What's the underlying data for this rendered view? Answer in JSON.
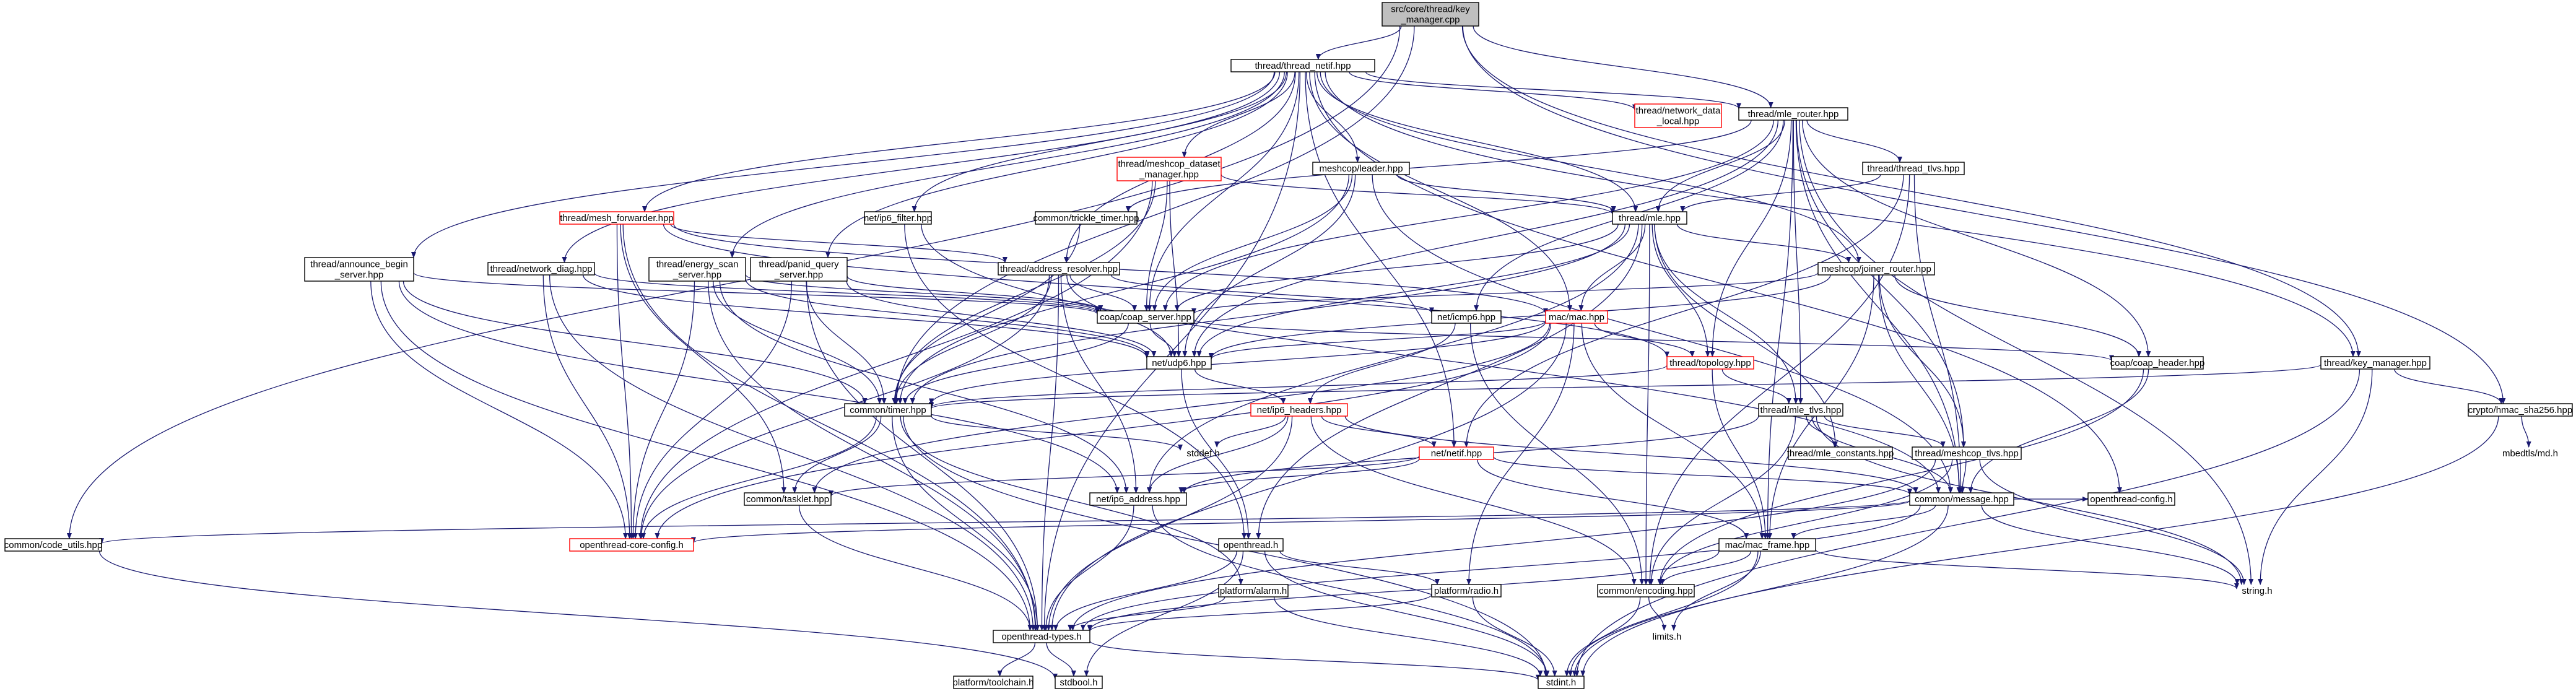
{
  "graph": {
    "root": "src/core/thread/key_manager.cpp",
    "nodes": {
      "root": {
        "lines": [
          "src/core/thread/key",
          "_manager.cpp"
        ],
        "style": "grey"
      },
      "thread_netif": {
        "lines": [
          "thread/thread_netif.hpp"
        ],
        "style": "normal"
      },
      "network_data_local": {
        "lines": [
          "thread/network_data",
          "_local.hpp"
        ],
        "style": "red"
      },
      "mle_router": {
        "lines": [
          "thread/mle_router.hpp"
        ],
        "style": "normal"
      },
      "meshcop_dataset_manager": {
        "lines": [
          "thread/meshcop_dataset",
          "_manager.hpp"
        ],
        "style": "red"
      },
      "meshcop_leader": {
        "lines": [
          "meshcop/leader.hpp"
        ],
        "style": "normal"
      },
      "thread_tlvs": {
        "lines": [
          "thread/thread_tlvs.hpp"
        ],
        "style": "normal"
      },
      "trickle_timer": {
        "lines": [
          "common/trickle_timer.hpp"
        ],
        "style": "normal"
      },
      "ip6_filter": {
        "lines": [
          "net/ip6_filter.hpp"
        ],
        "style": "normal"
      },
      "mesh_forwarder": {
        "lines": [
          "thread/mesh_forwarder.hpp"
        ],
        "style": "red"
      },
      "thread_mle": {
        "lines": [
          "thread/mle.hpp"
        ],
        "style": "normal"
      },
      "announce_begin": {
        "lines": [
          "thread/announce_begin",
          "_server.hpp"
        ],
        "style": "normal"
      },
      "network_diag": {
        "lines": [
          "thread/network_diag.hpp"
        ],
        "style": "normal"
      },
      "energy_scan": {
        "lines": [
          "thread/energy_scan",
          "_server.hpp"
        ],
        "style": "normal"
      },
      "panid_query": {
        "lines": [
          "thread/panid_query",
          "_server.hpp"
        ],
        "style": "normal"
      },
      "address_resolver": {
        "lines": [
          "thread/address_resolver.hpp"
        ],
        "style": "normal"
      },
      "joiner_router": {
        "lines": [
          "meshcop/joiner_router.hpp"
        ],
        "style": "normal"
      },
      "coap_server": {
        "lines": [
          "coap/coap_server.hpp"
        ],
        "style": "normal"
      },
      "icmp6": {
        "lines": [
          "net/icmp6.hpp"
        ],
        "style": "normal"
      },
      "mac": {
        "lines": [
          "mac/mac.hpp"
        ],
        "style": "red"
      },
      "topology": {
        "lines": [
          "thread/topology.hpp"
        ],
        "style": "red"
      },
      "coap_header": {
        "lines": [
          "coap/coap_header.hpp"
        ],
        "style": "normal"
      },
      "key_manager": {
        "lines": [
          "thread/key_manager.hpp"
        ],
        "style": "normal"
      },
      "udp6": {
        "lines": [
          "net/udp6.hpp"
        ],
        "style": "normal"
      },
      "timer": {
        "lines": [
          "common/timer.hpp"
        ],
        "style": "normal"
      },
      "ip6_headers": {
        "lines": [
          "net/ip6_headers.hpp"
        ],
        "style": "red"
      },
      "mle_tlvs": {
        "lines": [
          "thread/mle_tlvs.hpp"
        ],
        "style": "normal"
      },
      "hmac_sha256": {
        "lines": [
          "crypto/hmac_sha256.hpp"
        ],
        "style": "normal"
      },
      "mbedtls_md": {
        "lines": [
          "mbedtls/md.h"
        ],
        "style": "plain"
      },
      "stddef": {
        "lines": [
          "stddef.h"
        ],
        "style": "plain"
      },
      "netif": {
        "lines": [
          "net/netif.hpp"
        ],
        "style": "red"
      },
      "mle_constants": {
        "lines": [
          "thread/mle_constants.hpp"
        ],
        "style": "normal"
      },
      "meshcop_tlvs": {
        "lines": [
          "thread/meshcop_tlvs.hpp"
        ],
        "style": "normal"
      },
      "tasklet": {
        "lines": [
          "common/tasklet.hpp"
        ],
        "style": "normal"
      },
      "ip6_address": {
        "lines": [
          "net/ip6_address.hpp"
        ],
        "style": "normal"
      },
      "message": {
        "lines": [
          "common/message.hpp"
        ],
        "style": "normal"
      },
      "code_utils": {
        "lines": [
          "common/code_utils.hpp"
        ],
        "style": "normal"
      },
      "core_config": {
        "lines": [
          "openthread-core-config.h"
        ],
        "style": "red"
      },
      "openthread_h": {
        "lines": [
          "openthread.h"
        ],
        "style": "normal"
      },
      "mac_frame": {
        "lines": [
          "mac/mac_frame.hpp"
        ],
        "style": "normal"
      },
      "ot_config": {
        "lines": [
          "openthread-config.h"
        ],
        "style": "normal"
      },
      "radio": {
        "lines": [
          "platform/radio.h"
        ],
        "style": "normal"
      },
      "alarm": {
        "lines": [
          "platform/alarm.h"
        ],
        "style": "normal"
      },
      "encoding": {
        "lines": [
          "common/encoding.hpp"
        ],
        "style": "normal"
      },
      "string_h": {
        "lines": [
          "string.h"
        ],
        "style": "plain"
      },
      "ot_types": {
        "lines": [
          "openthread-types.h"
        ],
        "style": "normal"
      },
      "limits": {
        "lines": [
          "limits.h"
        ],
        "style": "plain"
      },
      "toolchain": {
        "lines": [
          "platform/toolchain.h"
        ],
        "style": "normal"
      },
      "stdbool": {
        "lines": [
          "stdbool.h"
        ],
        "style": "normal"
      },
      "stdint": {
        "lines": [
          "stdint.h"
        ],
        "style": "normal"
      }
    },
    "edges": [
      [
        "root",
        "thread_netif"
      ],
      [
        "root",
        "mle_router"
      ],
      [
        "root",
        "key_manager"
      ],
      [
        "root",
        "hmac_sha256"
      ],
      [
        "root",
        "code_utils"
      ],
      [
        "root",
        "timer"
      ],
      [
        "thread_netif",
        "network_data_local"
      ],
      [
        "thread_netif",
        "mle_router"
      ],
      [
        "thread_netif",
        "meshcop_dataset_manager"
      ],
      [
        "thread_netif",
        "meshcop_leader"
      ],
      [
        "thread_netif",
        "ip6_filter"
      ],
      [
        "thread_netif",
        "mesh_forwarder"
      ],
      [
        "thread_netif",
        "thread_mle"
      ],
      [
        "thread_netif",
        "announce_begin"
      ],
      [
        "thread_netif",
        "network_diag"
      ],
      [
        "thread_netif",
        "energy_scan"
      ],
      [
        "thread_netif",
        "panid_query"
      ],
      [
        "thread_netif",
        "address_resolver"
      ],
      [
        "thread_netif",
        "joiner_router"
      ],
      [
        "thread_netif",
        "key_manager"
      ],
      [
        "thread_netif",
        "mac"
      ],
      [
        "thread_netif",
        "netif"
      ],
      [
        "thread_netif",
        "ot_types"
      ],
      [
        "thread_netif",
        "ot_config"
      ],
      [
        "thread_netif",
        "coap_server"
      ],
      [
        "mle_router",
        "thread_tlvs"
      ],
      [
        "mle_router",
        "trickle_timer"
      ],
      [
        "mle_router",
        "thread_mle"
      ],
      [
        "mle_router",
        "coap_server"
      ],
      [
        "mle_router",
        "coap_header"
      ],
      [
        "mle_router",
        "topology"
      ],
      [
        "mle_router",
        "udp6"
      ],
      [
        "mle_router",
        "icmp6"
      ],
      [
        "mle_router",
        "mle_tlvs"
      ],
      [
        "mle_router",
        "message"
      ],
      [
        "mle_router",
        "string_h"
      ],
      [
        "mle_router",
        "mac_frame"
      ],
      [
        "mle_router",
        "meshcop_tlvs"
      ],
      [
        "meshcop_dataset_manager",
        "thread_mle"
      ],
      [
        "meshcop_dataset_manager",
        "coap_server"
      ],
      [
        "meshcop_dataset_manager",
        "udp6"
      ],
      [
        "meshcop_dataset_manager",
        "timer"
      ],
      [
        "meshcop_dataset_manager",
        "core_config"
      ],
      [
        "meshcop_leader",
        "thread_mle"
      ],
      [
        "meshcop_leader",
        "coap_server"
      ],
      [
        "meshcop_leader",
        "udp6"
      ],
      [
        "meshcop_leader",
        "timer"
      ],
      [
        "meshcop_leader",
        "message"
      ],
      [
        "thread_tlvs",
        "thread_mle"
      ],
      [
        "thread_tlvs",
        "netif"
      ],
      [
        "thread_tlvs",
        "message"
      ],
      [
        "thread_tlvs",
        "encoding"
      ],
      [
        "trickle_timer",
        "timer"
      ],
      [
        "ip6_filter",
        "message"
      ],
      [
        "ip6_filter",
        "openthread_h"
      ],
      [
        "mesh_forwarder",
        "address_resolver"
      ],
      [
        "mesh_forwarder",
        "mac"
      ],
      [
        "mesh_forwarder",
        "topology"
      ],
      [
        "mesh_forwarder",
        "tasklet"
      ],
      [
        "mesh_forwarder",
        "ot_types"
      ],
      [
        "mesh_forwarder",
        "core_config"
      ],
      [
        "thread_mle",
        "joiner_router"
      ],
      [
        "thread_mle",
        "mac"
      ],
      [
        "thread_mle",
        "topology"
      ],
      [
        "thread_mle",
        "udp6"
      ],
      [
        "thread_mle",
        "timer"
      ],
      [
        "thread_mle",
        "mle_tlvs"
      ],
      [
        "thread_mle",
        "mle_constants"
      ],
      [
        "thread_mle",
        "ip6_address"
      ],
      [
        "thread_mle",
        "encoding"
      ],
      [
        "thread_mle",
        "openthread_h"
      ],
      [
        "thread_mle",
        "coap_server"
      ],
      [
        "announce_begin",
        "coap_server"
      ],
      [
        "announce_begin",
        "timer"
      ],
      [
        "announce_begin",
        "ip6_address"
      ],
      [
        "announce_begin",
        "core_config"
      ],
      [
        "announce_begin",
        "ot_types"
      ],
      [
        "network_diag",
        "coap_server"
      ],
      [
        "network_diag",
        "udp6"
      ],
      [
        "network_diag",
        "ot_types"
      ],
      [
        "network_diag",
        "core_config"
      ],
      [
        "energy_scan",
        "coap_server"
      ],
      [
        "energy_scan",
        "udp6"
      ],
      [
        "energy_scan",
        "timer"
      ],
      [
        "energy_scan",
        "ot_types"
      ],
      [
        "energy_scan",
        "core_config"
      ],
      [
        "energy_scan",
        "ip6_address"
      ],
      [
        "panid_query",
        "coap_server"
      ],
      [
        "panid_query",
        "udp6"
      ],
      [
        "panid_query",
        "timer"
      ],
      [
        "panid_query",
        "ot_types"
      ],
      [
        "panid_query",
        "core_config"
      ],
      [
        "address_resolver",
        "coap_server"
      ],
      [
        "address_resolver",
        "icmp6"
      ],
      [
        "address_resolver",
        "udp6"
      ],
      [
        "address_resolver",
        "timer"
      ],
      [
        "address_resolver",
        "ip6_address"
      ],
      [
        "address_resolver",
        "core_config"
      ],
      [
        "address_resolver",
        "ot_types"
      ],
      [
        "joiner_router",
        "coap_server"
      ],
      [
        "joiner_router",
        "coap_header"
      ],
      [
        "joiner_router",
        "udp6"
      ],
      [
        "joiner_router",
        "message"
      ],
      [
        "joiner_router",
        "meshcop_tlvs"
      ],
      [
        "joiner_router",
        "mac_frame"
      ],
      [
        "coap_server",
        "udp6"
      ],
      [
        "coap_server",
        "coap_header"
      ],
      [
        "coap_server",
        "timer"
      ],
      [
        "icmp6",
        "ip6_headers"
      ],
      [
        "icmp6",
        "encoding"
      ],
      [
        "mac",
        "topology"
      ],
      [
        "mac",
        "udp6"
      ],
      [
        "mac",
        "timer"
      ],
      [
        "mac",
        "tasklet"
      ],
      [
        "mac",
        "mac_frame"
      ],
      [
        "mac",
        "radio"
      ],
      [
        "mac",
        "ot_types"
      ],
      [
        "mac",
        "core_config"
      ],
      [
        "topology",
        "mle_tlvs"
      ],
      [
        "topology",
        "mac_frame"
      ],
      [
        "topology",
        "timer"
      ],
      [
        "coap_header",
        "message"
      ],
      [
        "coap_header",
        "encoding"
      ],
      [
        "key_manager",
        "hmac_sha256"
      ],
      [
        "key_manager",
        "timer"
      ],
      [
        "key_manager",
        "stdint"
      ],
      [
        "key_manager",
        "string_h"
      ],
      [
        "udp6",
        "ip6_headers"
      ],
      [
        "udp6",
        "openthread_h"
      ],
      [
        "timer",
        "tasklet"
      ],
      [
        "timer",
        "stddef"
      ],
      [
        "timer",
        "alarm"
      ],
      [
        "timer",
        "ot_types"
      ],
      [
        "timer",
        "stdint"
      ],
      [
        "timer",
        "core_config"
      ],
      [
        "ip6_headers",
        "netif"
      ],
      [
        "ip6_headers",
        "ip6_address"
      ],
      [
        "ip6_headers",
        "message"
      ],
      [
        "ip6_headers",
        "encoding"
      ],
      [
        "ip6_headers",
        "stddef"
      ],
      [
        "ip6_headers",
        "ot_types"
      ],
      [
        "mle_tlvs",
        "mle_constants"
      ],
      [
        "mle_tlvs",
        "meshcop_tlvs"
      ],
      [
        "mle_tlvs",
        "message"
      ],
      [
        "mle_tlvs",
        "ip6_address"
      ],
      [
        "mle_tlvs",
        "encoding"
      ],
      [
        "mle_tlvs",
        "string_h"
      ],
      [
        "hmac_sha256",
        "mbedtls_md"
      ],
      [
        "hmac_sha256",
        "stdint"
      ],
      [
        "netif",
        "message"
      ],
      [
        "netif",
        "ip6_address"
      ],
      [
        "netif",
        "tasklet"
      ],
      [
        "netif",
        "mac_frame"
      ],
      [
        "meshcop_tlvs",
        "message"
      ],
      [
        "meshcop_tlvs",
        "string_h"
      ],
      [
        "meshcop_tlvs",
        "encoding"
      ],
      [
        "meshcop_tlvs",
        "ot_types"
      ],
      [
        "tasklet",
        "ot_types"
      ],
      [
        "ip6_address",
        "ot_types"
      ],
      [
        "ip6_address",
        "stdint"
      ],
      [
        "message",
        "ot_config"
      ],
      [
        "message",
        "mac_frame"
      ],
      [
        "message",
        "code_utils"
      ],
      [
        "message",
        "string_h"
      ],
      [
        "message",
        "stdint"
      ],
      [
        "message",
        "ot_types"
      ],
      [
        "message",
        "core_config"
      ],
      [
        "code_utils",
        "stdbool"
      ],
      [
        "openthread_h",
        "ot_types"
      ],
      [
        "openthread_h",
        "radio"
      ],
      [
        "openthread_h",
        "stdint"
      ],
      [
        "openthread_h",
        "stdbool"
      ],
      [
        "mac_frame",
        "encoding"
      ],
      [
        "mac_frame",
        "ot_types"
      ],
      [
        "mac_frame",
        "limits"
      ],
      [
        "mac_frame",
        "string_h"
      ],
      [
        "mac_frame",
        "stdint"
      ],
      [
        "radio",
        "ot_types"
      ],
      [
        "radio",
        "stdint"
      ],
      [
        "alarm",
        "ot_types"
      ],
      [
        "alarm",
        "stdint"
      ],
      [
        "encoding",
        "limits"
      ],
      [
        "encoding",
        "stdint"
      ],
      [
        "ot_types",
        "toolchain"
      ],
      [
        "ot_types",
        "stdbool"
      ],
      [
        "ot_types",
        "stdint"
      ]
    ]
  }
}
